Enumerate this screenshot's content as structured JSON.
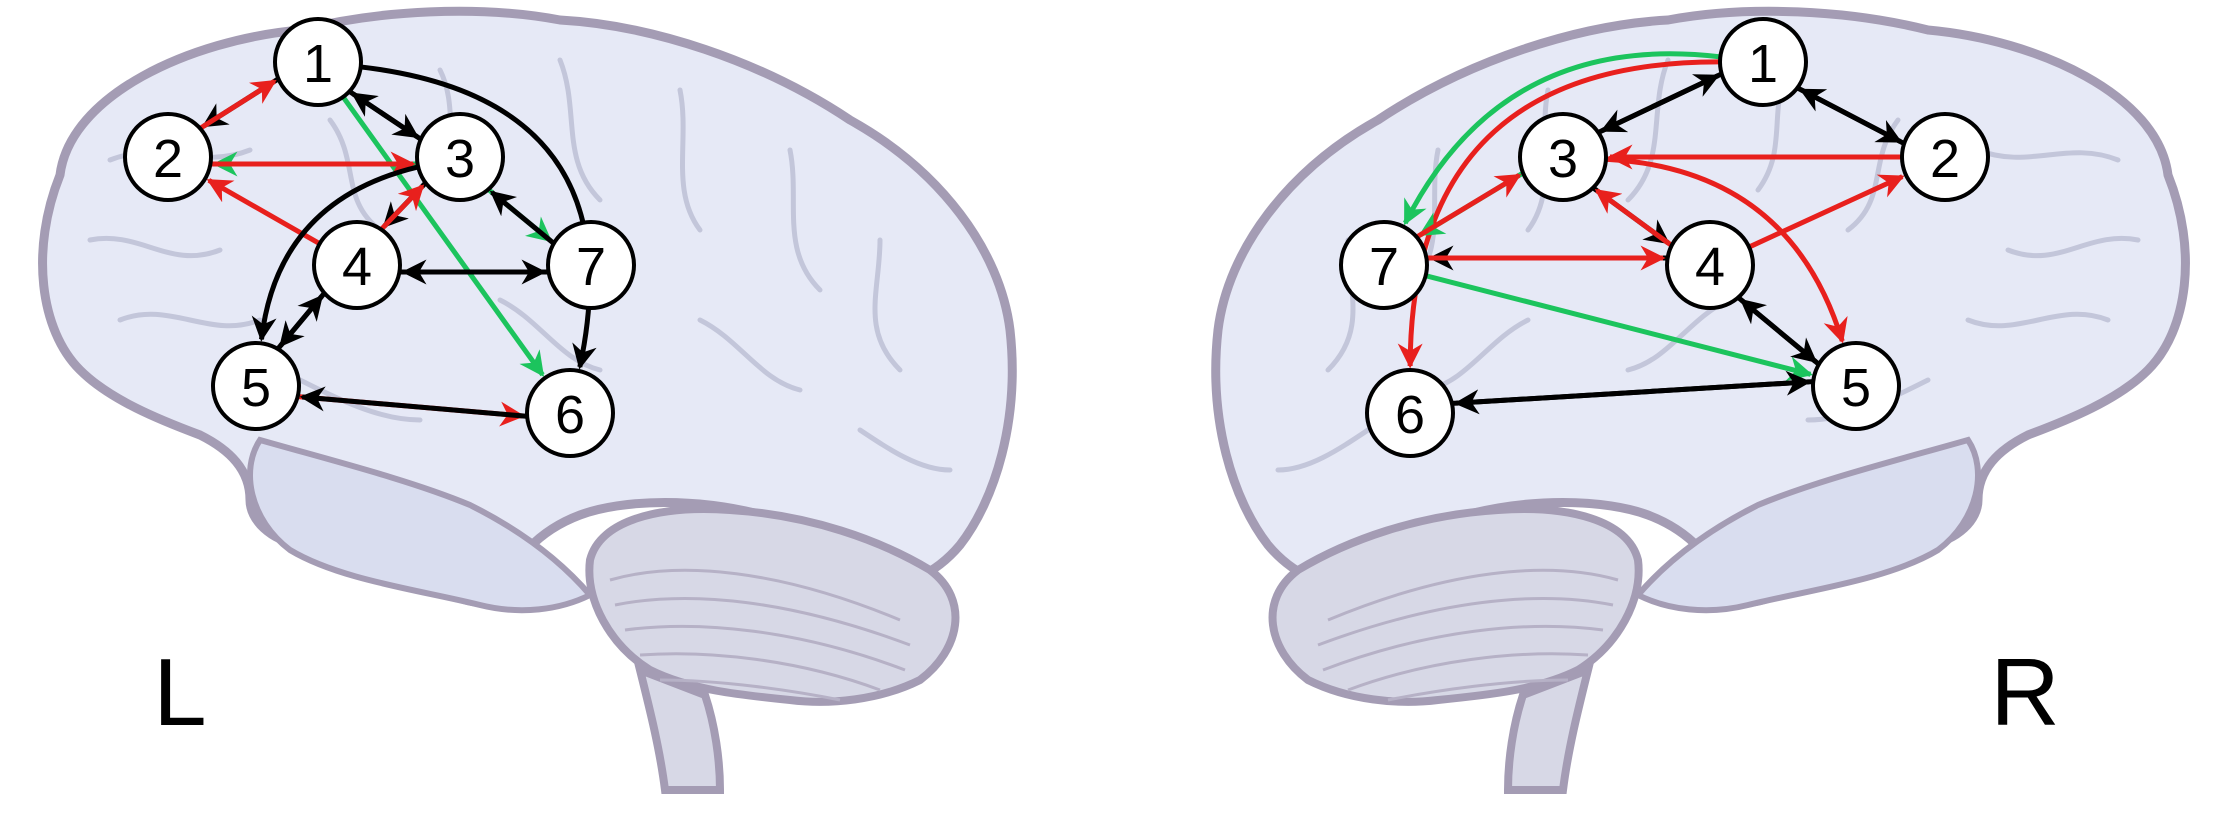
{
  "colors": {
    "brain_fill": "#e6e9f6",
    "brain_outline": "#a49cb4",
    "cerebellum_fill": "#d7d8e6",
    "node_fill": "#ffffff",
    "node_stroke": "#000000",
    "edge_black": "#000000",
    "edge_red": "#e8201d",
    "edge_green": "#1cc45d"
  },
  "hemispheres": [
    {
      "id": "left",
      "label": "L",
      "nodes": [
        "1",
        "2",
        "3",
        "4",
        "5",
        "6",
        "7"
      ],
      "edges": [
        {
          "from": "1",
          "to": "2",
          "color": "black"
        },
        {
          "from": "2",
          "to": "1",
          "color": "red"
        },
        {
          "from": "1",
          "to": "3",
          "color": "black"
        },
        {
          "from": "3",
          "to": "1",
          "color": "black"
        },
        {
          "from": "1",
          "to": "6",
          "color": "green"
        },
        {
          "from": "1",
          "to": "6",
          "color": "black",
          "curved": true
        },
        {
          "from": "3",
          "to": "2",
          "color": "green"
        },
        {
          "from": "2",
          "to": "3",
          "color": "red"
        },
        {
          "from": "4",
          "to": "2",
          "color": "red"
        },
        {
          "from": "3",
          "to": "4",
          "color": "black"
        },
        {
          "from": "4",
          "to": "3",
          "color": "red"
        },
        {
          "from": "3",
          "to": "5",
          "color": "black",
          "curved": true
        },
        {
          "from": "3",
          "to": "7",
          "color": "green"
        },
        {
          "from": "7",
          "to": "3",
          "color": "black"
        },
        {
          "from": "7",
          "to": "4",
          "color": "black"
        },
        {
          "from": "4",
          "to": "7",
          "color": "black"
        },
        {
          "from": "4",
          "to": "5",
          "color": "black"
        },
        {
          "from": "5",
          "to": "4",
          "color": "black"
        },
        {
          "from": "5",
          "to": "6",
          "color": "red"
        },
        {
          "from": "6",
          "to": "5",
          "color": "black"
        }
      ]
    },
    {
      "id": "right",
      "label": "R",
      "nodes": [
        "1",
        "2",
        "3",
        "4",
        "5",
        "6",
        "7"
      ],
      "edges": [
        {
          "from": "1",
          "to": "2",
          "color": "black"
        },
        {
          "from": "2",
          "to": "1",
          "color": "black"
        },
        {
          "from": "1",
          "to": "3",
          "color": "black"
        },
        {
          "from": "3",
          "to": "1",
          "color": "black"
        },
        {
          "from": "1",
          "to": "7",
          "color": "green",
          "curved": true
        },
        {
          "from": "1",
          "to": "6",
          "color": "red",
          "curved": true
        },
        {
          "from": "2",
          "to": "3",
          "color": "red"
        },
        {
          "from": "4",
          "to": "2",
          "color": "red"
        },
        {
          "from": "3",
          "to": "7",
          "color": "green"
        },
        {
          "from": "7",
          "to": "3",
          "color": "red"
        },
        {
          "from": "3",
          "to": "4",
          "color": "black"
        },
        {
          "from": "4",
          "to": "3",
          "color": "red"
        },
        {
          "from": "3",
          "to": "5",
          "color": "red",
          "curved": true
        },
        {
          "from": "4",
          "to": "7",
          "color": "black"
        },
        {
          "from": "7",
          "to": "4",
          "color": "red"
        },
        {
          "from": "7",
          "to": "5",
          "color": "green"
        },
        {
          "from": "4",
          "to": "5",
          "color": "black"
        },
        {
          "from": "5",
          "to": "4",
          "color": "black"
        },
        {
          "from": "5",
          "to": "6",
          "color": "black"
        },
        {
          "from": "6",
          "to": "5",
          "color": "black"
        }
      ]
    }
  ]
}
